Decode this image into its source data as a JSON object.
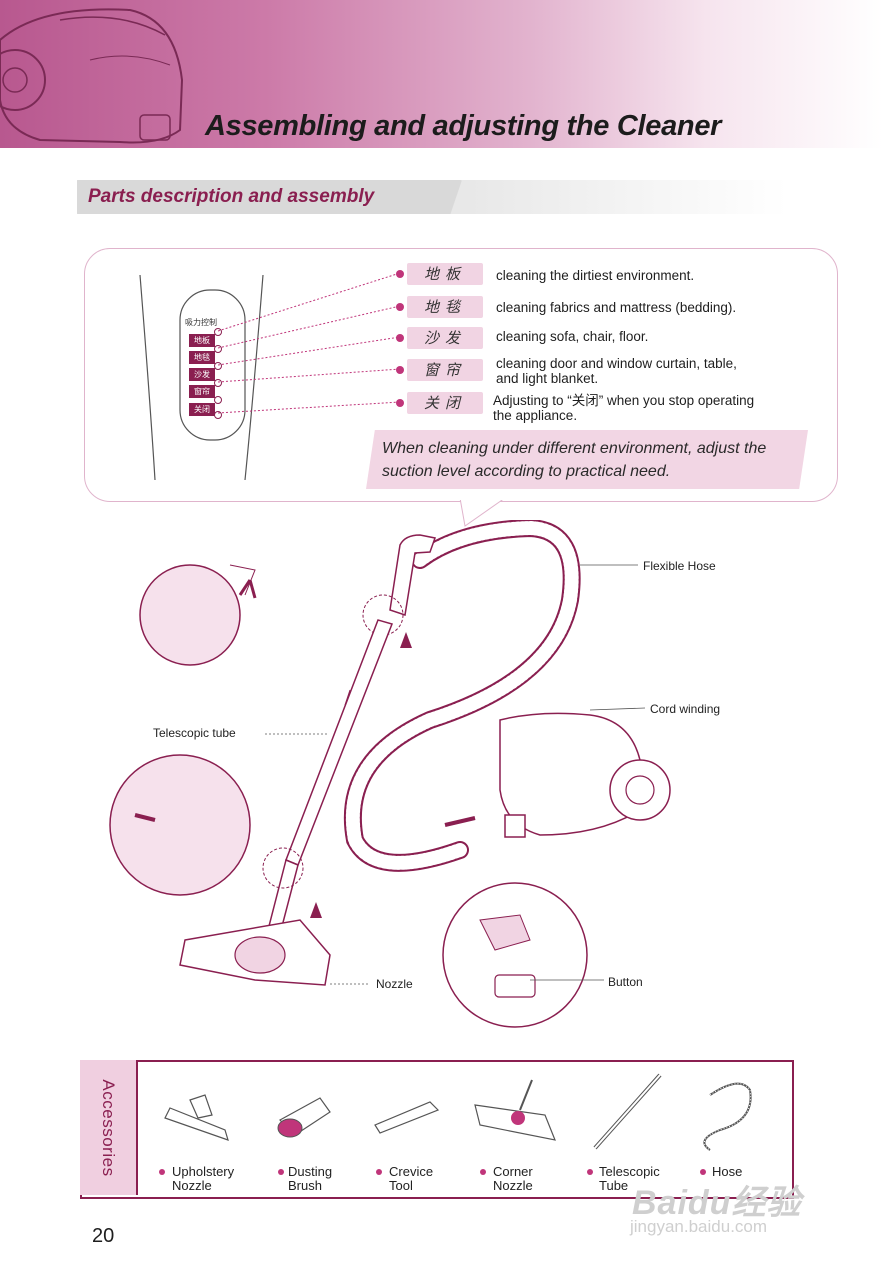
{
  "header": {
    "title": "Assembling and adjusting the Cleaner"
  },
  "section": {
    "title": "Parts description and assembly"
  },
  "control_panel": {
    "panel_heading": "吸力控制",
    "modes": [
      {
        "label": "地板",
        "description_lines": [
          "cleaning the dirtiest environment."
        ]
      },
      {
        "label": "地毯",
        "description_lines": [
          "cleaning fabrics and mattress (bedding)."
        ]
      },
      {
        "label": "沙发",
        "description_lines": [
          "cleaning sofa, chair, floor."
        ]
      },
      {
        "label": "窗帘",
        "description_lines": [
          "cleaning door and window curtain, table,",
          "and light blanket."
        ]
      },
      {
        "label": "关闭",
        "description_lines": [
          "Adjusting to “关闭” when you stop operating",
          "the appliance."
        ]
      }
    ],
    "tip": "When cleaning under different environment, adjust the suction level according to practical need."
  },
  "diagram_labels": {
    "flexible_hose": "Flexible Hose",
    "cord_winding": "Cord winding",
    "telescopic_tube": "Telescopic tube",
    "button": "Button",
    "nozzle": "Nozzle"
  },
  "accessories": {
    "title": "Accessories",
    "items": [
      {
        "line1": "Upholstery",
        "line2": "Nozzle",
        "icon": "upholstery-nozzle-icon"
      },
      {
        "line1": "Dusting",
        "line2": "Brush",
        "icon": "dusting-brush-icon"
      },
      {
        "line1": "Crevice",
        "line2": "Tool",
        "icon": "crevice-tool-icon"
      },
      {
        "line1": "Corner",
        "line2": "Nozzle",
        "icon": "corner-nozzle-icon"
      },
      {
        "line1": "Telescopic",
        "line2": "Tube",
        "icon": "telescopic-tube-icon"
      },
      {
        "line1": "Hose",
        "line2": "",
        "icon": "hose-icon"
      }
    ]
  },
  "page_number": "20",
  "watermark": {
    "brand": "Baidu经验",
    "url": "jingyan.baidu.com"
  },
  "colors": {
    "accent": "#8a1f50",
    "pink": "#c0357a",
    "light_pink": "#f1d4e3"
  }
}
